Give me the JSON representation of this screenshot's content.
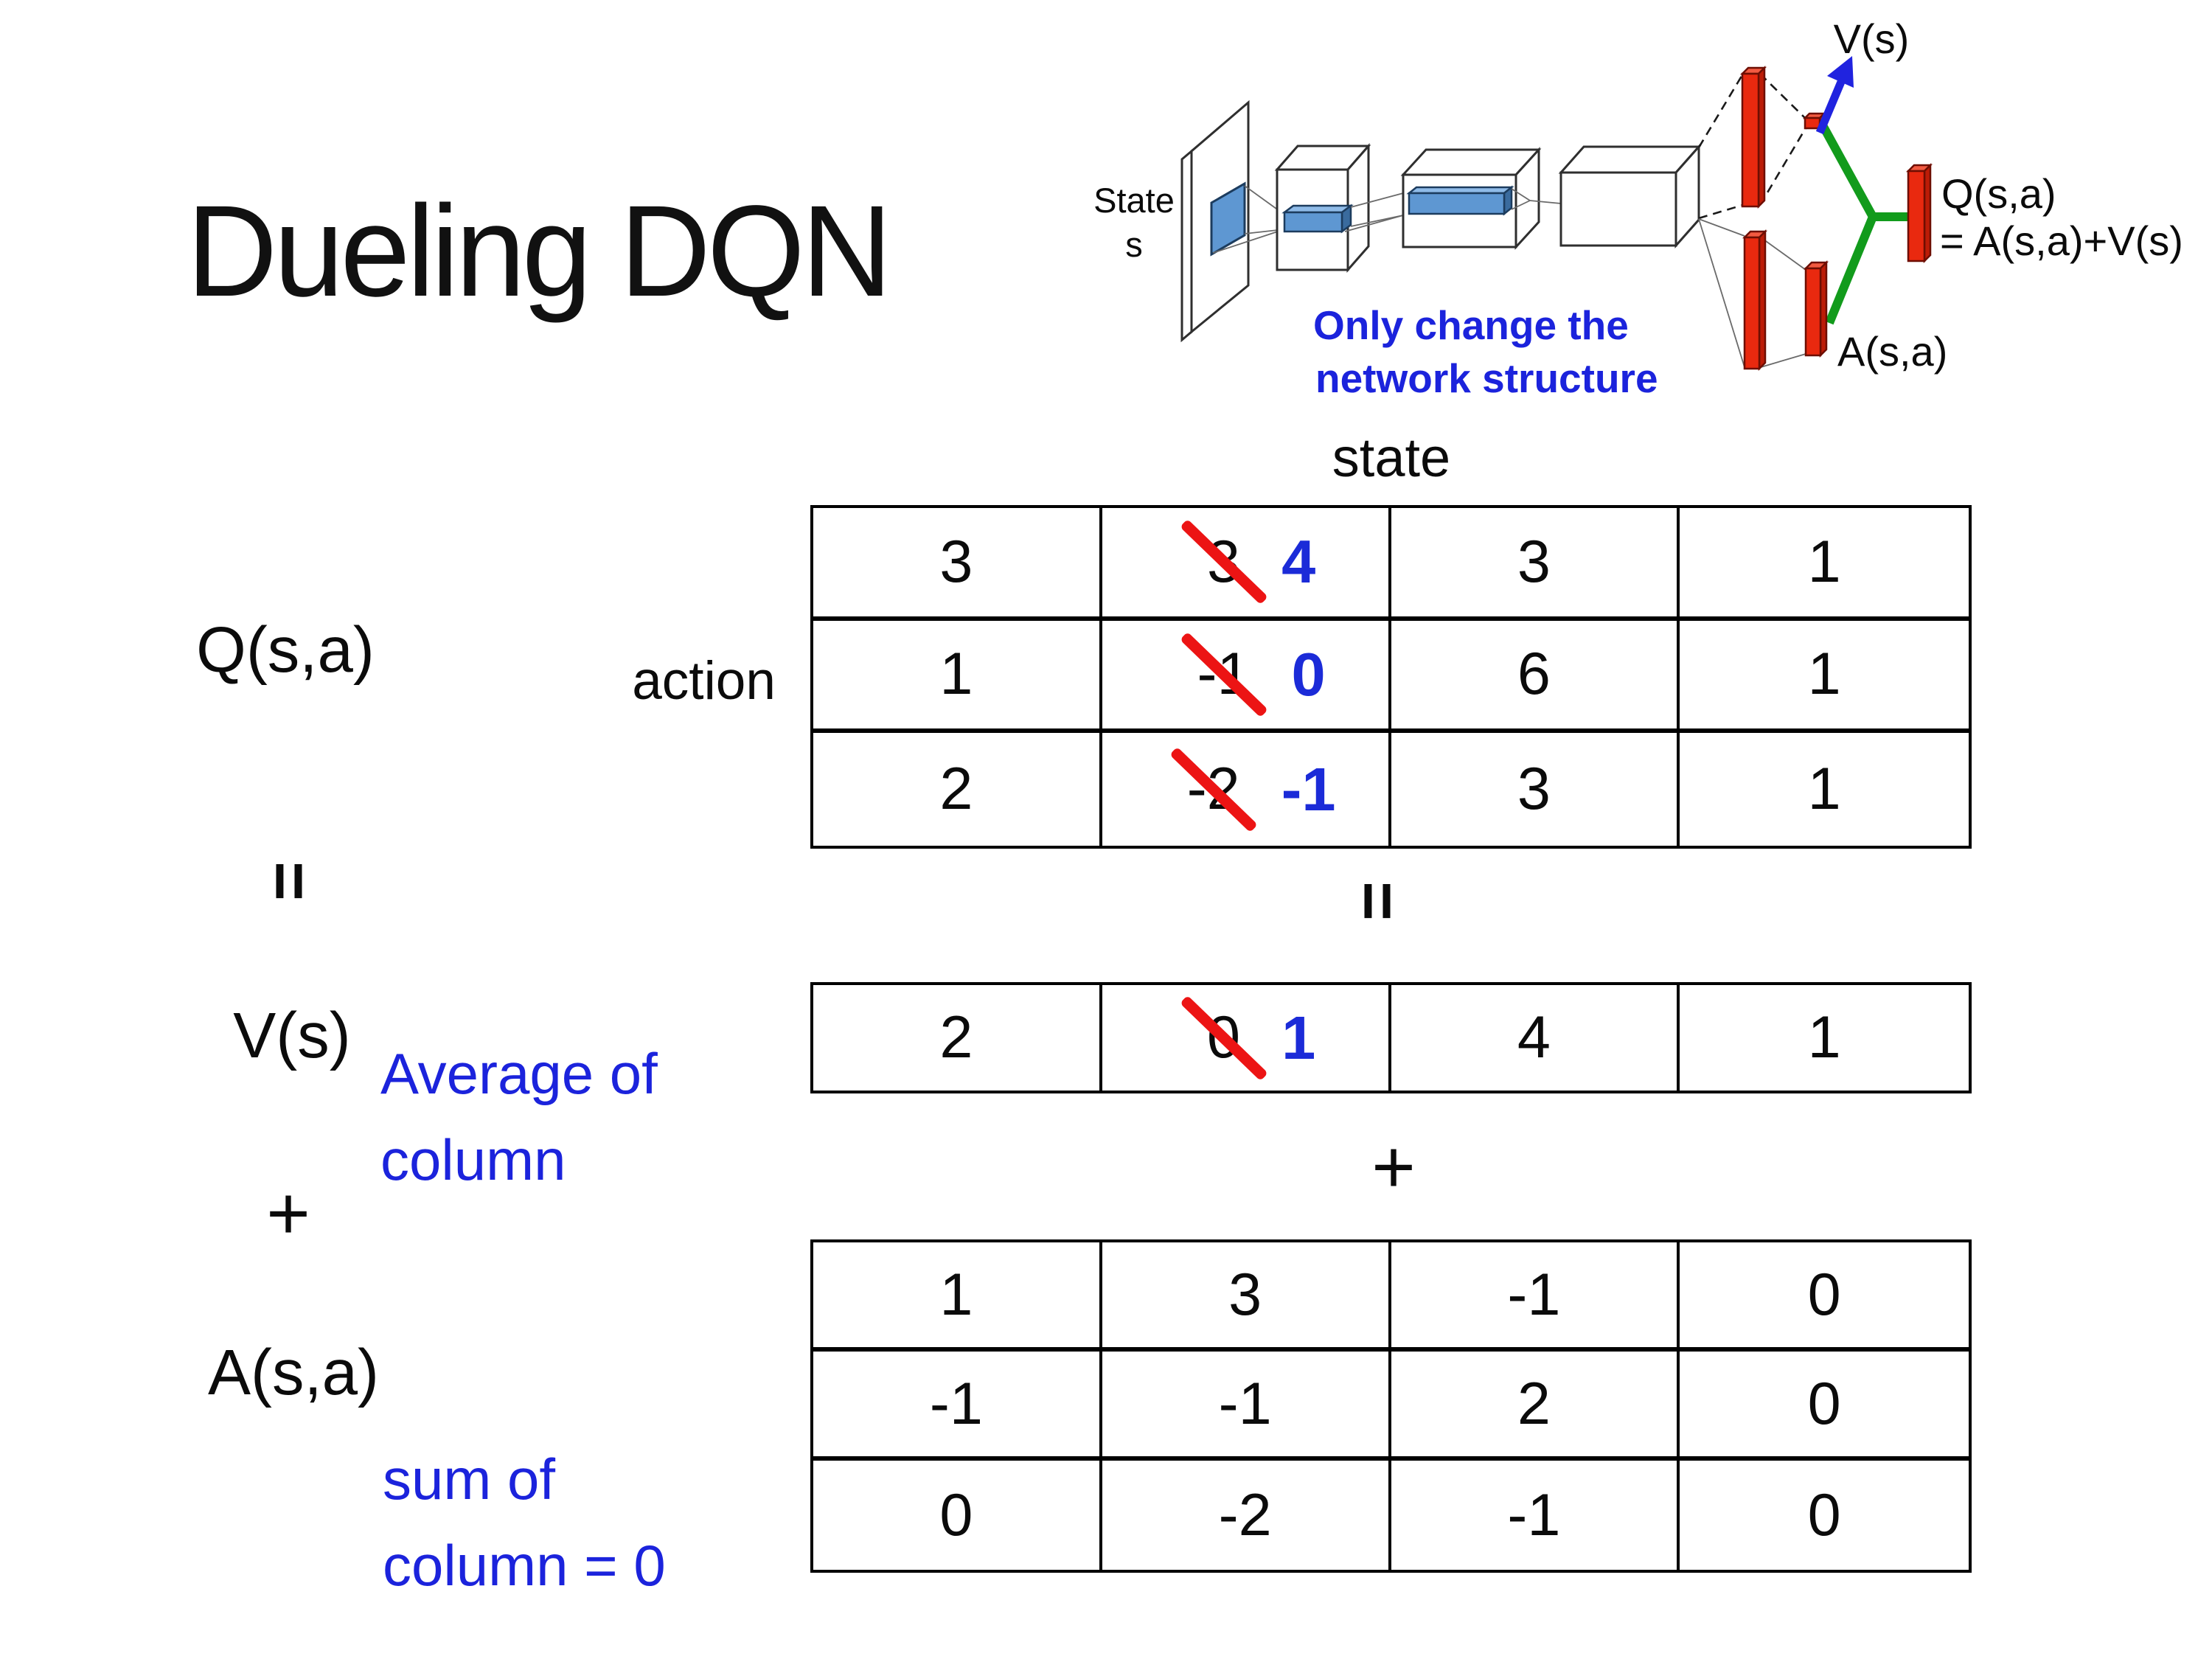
{
  "title": "Dueling DQN",
  "colors": {
    "text_blue": "#1B23DC",
    "num_blue": "#1B2BD8",
    "strike_red": "#EC1414",
    "bar_red": "#E9290F",
    "bar_red_top": "#F25A41",
    "bar_red_side": "#BC1C07",
    "green": "#129B1C",
    "arrow_blue": "#2023DF",
    "slab_front": "#5E97D2",
    "slab_top": "#8FBBE8",
    "slab_end": "#3A6B9E"
  },
  "diagram": {
    "state_line1": "State",
    "state_line2": "s",
    "v_out": "V(s)",
    "q_out_line1": "Q(s,a)",
    "q_out_line2": "= A(s,a)+V(s)",
    "a_out": "A(s,a)",
    "note_line1": "Only change the",
    "note_line2": "network structure"
  },
  "equation_rail": {
    "q": "Q(s,a)",
    "eq": "=",
    "v": "V(s)",
    "plus": "+",
    "a": "A(s,a)",
    "avg_line1": "Average of",
    "avg_line2": "column",
    "sum_line1": "sum of",
    "sum_line2": "column = 0"
  },
  "tables": {
    "state_header": "state",
    "action_header": "action",
    "between_eq": "=",
    "between_plus": "+",
    "q_rows": [
      [
        {
          "v": "3"
        },
        {
          "old": "3",
          "new": "4"
        },
        {
          "v": "3"
        },
        {
          "v": "1"
        }
      ],
      [
        {
          "v": "1"
        },
        {
          "old": "-1",
          "new": "0"
        },
        {
          "v": "6"
        },
        {
          "v": "1"
        }
      ],
      [
        {
          "v": "2"
        },
        {
          "old": "-2",
          "new": "-1"
        },
        {
          "v": "3"
        },
        {
          "v": "1"
        }
      ]
    ],
    "v_rows": [
      [
        {
          "v": "2"
        },
        {
          "old": "0",
          "new": "1"
        },
        {
          "v": "4"
        },
        {
          "v": "1"
        }
      ]
    ],
    "a_rows": [
      [
        {
          "v": "1"
        },
        {
          "v": "3"
        },
        {
          "v": "-1"
        },
        {
          "v": "0"
        }
      ],
      [
        {
          "v": "-1"
        },
        {
          "v": "-1"
        },
        {
          "v": "2"
        },
        {
          "v": "0"
        }
      ],
      [
        {
          "v": "0"
        },
        {
          "v": "-2"
        },
        {
          "v": "-1"
        },
        {
          "v": "0"
        }
      ]
    ]
  }
}
